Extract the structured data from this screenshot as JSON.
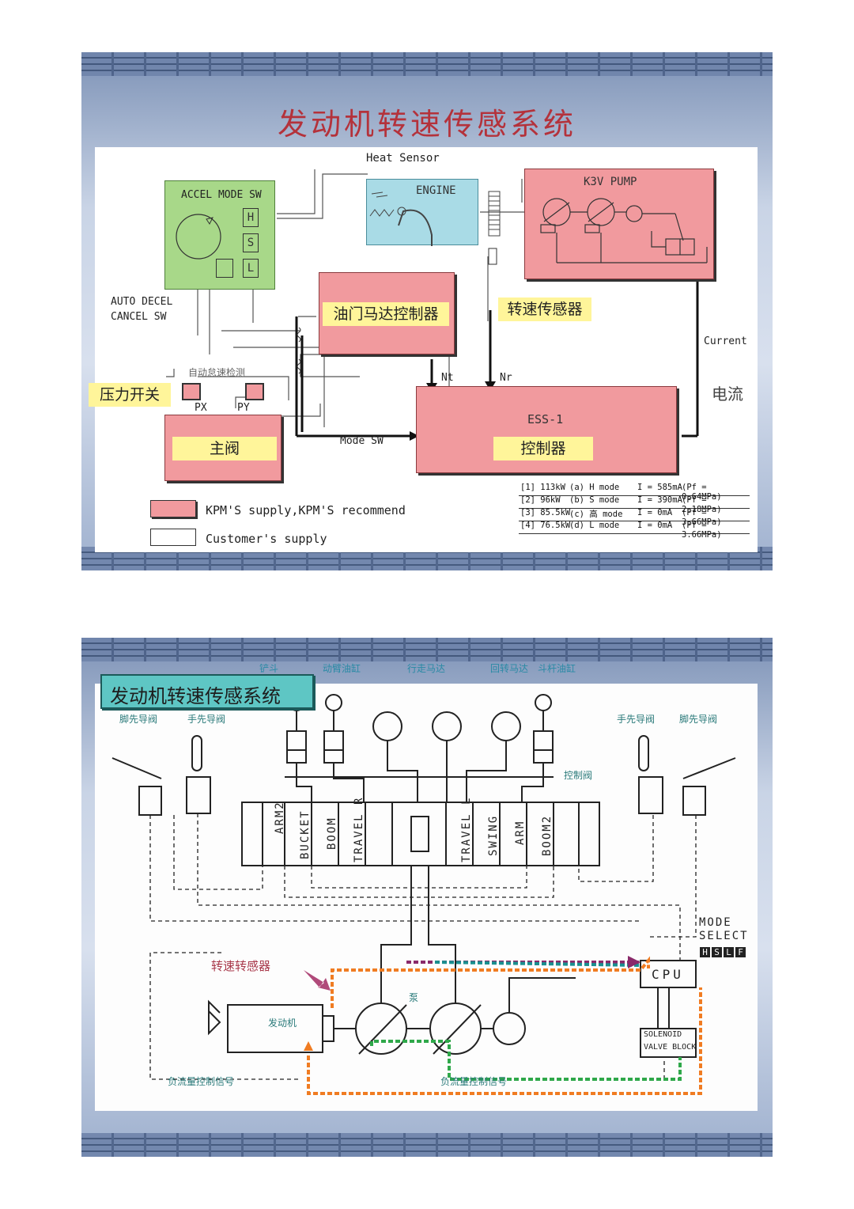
{
  "slide1": {
    "title": "发动机转速传感系统",
    "heat_sensor": "Heat Sensor",
    "engine": "ENGINE",
    "pump": "K3V PUMP",
    "accel_mode_sw": "ACCEL  MODE SW",
    "mode_keys": [
      "H",
      "S",
      "L"
    ],
    "auto_decel": "AUTO DECEL",
    "cancel_sw": "CANCEL SW",
    "throttle_controller_cn": "油门马达控制器",
    "speed_sensor_cn": "转速传感器",
    "current": "Current",
    "current_cn": "电流",
    "auto_idle_cn": "自动怠速检测",
    "pressure_switch_cn": "压力开关",
    "px": "PX",
    "py": "PY",
    "nt": "Nt",
    "nr": "Nr",
    "main_valve_cn": "主阀",
    "mode_sw": "Mode SW",
    "ess1": "ESS-1",
    "controller_cn": "控制器",
    "legend": {
      "kpm": "KPM'S supply,KPM'S recommend",
      "customer": "Customer's supply"
    },
    "table": [
      [
        "[1] 113kW",
        "(a) H mode",
        "I = 585mA",
        "(Pf = 0.64MPa)"
      ],
      [
        "[2] 96kW",
        "(b) S mode",
        "I = 390mA",
        "(Pf = 2.18MPa)"
      ],
      [
        "[3] 85.5kW",
        "(c) 高 mode",
        "I = 0mA",
        "(Pf = 3.66MPa)"
      ],
      [
        "[4] 76.5kW",
        "(d) L mode",
        "I = 0mA",
        "(Pf = 3.66MPa)"
      ]
    ],
    "colors": {
      "title": "#b4323b",
      "kpm_fill": "#f19a9e",
      "engine_fill": "#a9dbe6",
      "accel_fill": "#a8d889",
      "highlight": "#fff59a"
    }
  },
  "slide2": {
    "title": "发动机转速传感系统",
    "top_labels": [
      "铲斗",
      "动臂油缸",
      "行走马达",
      "回转马达",
      "斗杆油缸"
    ],
    "foot_pilot": "脚先导阀",
    "hand_pilot": "手先导阀",
    "control_valve": "控制阀",
    "spools": [
      "ARM2",
      "BUCKET",
      "BOOM",
      "TRAVEL R",
      "TRAVEL L",
      "SWING",
      "ARM",
      "BOOM2"
    ],
    "mode_select": "MODE SELECT",
    "mode_keys": [
      "H",
      "S",
      "L",
      "F"
    ],
    "cpu": "CPU",
    "solenoid": [
      "SOLENOID",
      "VALVE BLOCK"
    ],
    "speed_sensor": "转速转感器",
    "pump": "泵",
    "engine": "发动机",
    "neg_flow_signal": "负流量控制信号",
    "colors": {
      "title_box": "#5ec6c4",
      "orange_dash": "#f07c22",
      "green_dash": "#2fa84a",
      "purple_dash": "#8a2a6a",
      "cyan_dash": "#1a8f8f"
    }
  }
}
